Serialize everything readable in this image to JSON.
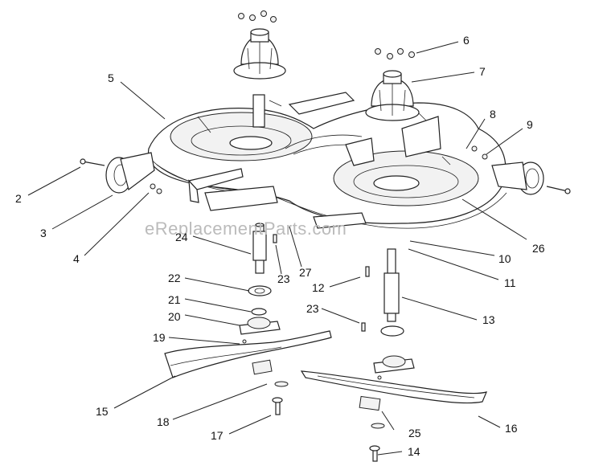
{
  "watermark": "eReplacementParts.com",
  "callouts": [
    {
      "id": "c2",
      "label": "2"
    },
    {
      "id": "c3",
      "label": "3"
    },
    {
      "id": "c4",
      "label": "4"
    },
    {
      "id": "c5",
      "label": "5"
    },
    {
      "id": "c6",
      "label": "6"
    },
    {
      "id": "c7",
      "label": "7"
    },
    {
      "id": "c8",
      "label": "8"
    },
    {
      "id": "c9",
      "label": "9"
    },
    {
      "id": "c10",
      "label": "10"
    },
    {
      "id": "c11",
      "label": "11"
    },
    {
      "id": "c12",
      "label": "12"
    },
    {
      "id": "c13",
      "label": "13"
    },
    {
      "id": "c14",
      "label": "14"
    },
    {
      "id": "c15",
      "label": "15"
    },
    {
      "id": "c16",
      "label": "16"
    },
    {
      "id": "c17",
      "label": "17"
    },
    {
      "id": "c18",
      "label": "18"
    },
    {
      "id": "c19",
      "label": "19"
    },
    {
      "id": "c20",
      "label": "20"
    },
    {
      "id": "c21",
      "label": "21"
    },
    {
      "id": "c22",
      "label": "22"
    },
    {
      "id": "c23a",
      "label": "23"
    },
    {
      "id": "c23b",
      "label": "23"
    },
    {
      "id": "c24",
      "label": "24"
    },
    {
      "id": "c25",
      "label": "25"
    },
    {
      "id": "c26",
      "label": "26"
    },
    {
      "id": "c27",
      "label": "27"
    }
  ]
}
